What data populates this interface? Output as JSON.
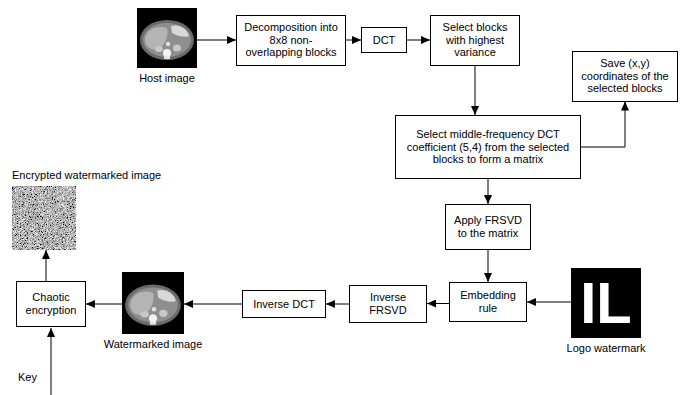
{
  "diagram": {
    "nodes": [
      {
        "text": [
          "Host image"
        ]
      },
      {
        "text": [
          "Decomposition into 8x8 non-overlapping blocks"
        ]
      },
      {
        "text": [
          "DCT"
        ]
      },
      {
        "text": [
          "Select blocks with highest variance"
        ]
      },
      {
        "text": [
          "Save (x,y) coordinates of the selected blocks"
        ]
      },
      {
        "text": [
          "Select middle-frequency DCT coefficient (5,4) from the selected blocks to form a matrix"
        ]
      },
      {
        "text": [
          "Apply FRSVD to the matrix"
        ]
      },
      {
        "text": [
          "Embedding rule"
        ]
      },
      {
        "text": [
          "Logo watermark"
        ]
      },
      {
        "text": [
          "Inverse FRSVD"
        ]
      },
      {
        "text": [
          "Inverse DCT"
        ]
      },
      {
        "text": [
          "Watermarked image"
        ]
      },
      {
        "text": [
          "Chaotic encryption"
        ]
      },
      {
        "text": [
          "Encrypted watermarked image"
        ]
      }
    ],
    "edges": [
      {
        "from": 0,
        "to": 1,
        "arrow": "to"
      },
      {
        "from": 1,
        "to": 2,
        "arrow": "to"
      },
      {
        "from": 2,
        "to": 3,
        "arrow": "to"
      },
      {
        "from": 3,
        "to": 5,
        "arrow": "to"
      },
      {
        "from": 5,
        "to": 4,
        "arrow": "to"
      },
      {
        "from": 5,
        "to": 6,
        "arrow": "to"
      },
      {
        "from": 6,
        "to": 7,
        "arrow": "to"
      },
      {
        "from": 8,
        "to": 7,
        "arrow": "to"
      },
      {
        "from": 7,
        "to": 9,
        "arrow": "to"
      },
      {
        "from": 9,
        "to": 10,
        "arrow": "to"
      },
      {
        "from": 10,
        "to": 11,
        "arrow": "to"
      },
      {
        "from": 11,
        "to": 12,
        "arrow": "to"
      },
      {
        "from": 12,
        "to": 13,
        "arrow": "to"
      }
    ],
    "labels": [
      "Key",
      "IL"
    ]
  }
}
